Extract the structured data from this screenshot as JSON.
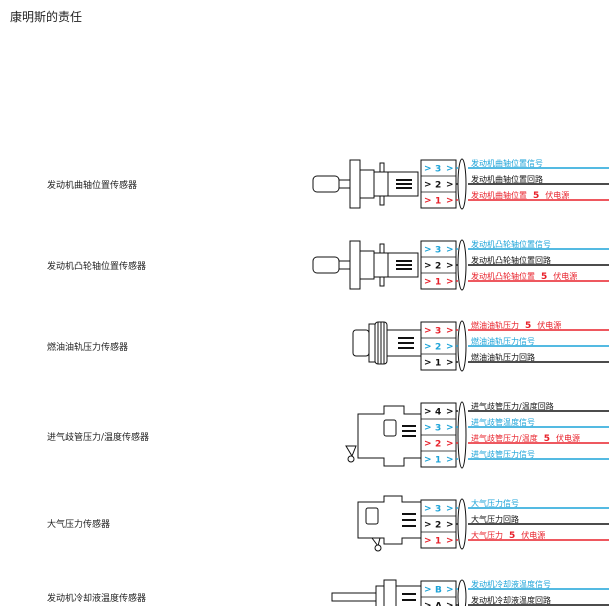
{
  "page": {
    "title": "康明斯的责任"
  },
  "colors": {
    "blue": "#1ca3d8",
    "red": "#e8202a",
    "black": "#111111"
  },
  "sensors": [
    {
      "label": "发动机曲轴位置传感器",
      "wires": [
        {
          "pin": "3",
          "color": "blue",
          "text": "发动机曲轴位置信号"
        },
        {
          "pin": "2",
          "color": "black",
          "text": "发动机曲轴位置回路"
        },
        {
          "pin": "1",
          "color": "red",
          "text": "发动机曲轴位置",
          "highlight": "5",
          "suffix": "伏电源"
        }
      ]
    },
    {
      "label": "发动机凸轮轴位置传感器",
      "wires": [
        {
          "pin": "3",
          "color": "blue",
          "text": "发动机凸轮轴位置信号"
        },
        {
          "pin": "2",
          "color": "black",
          "text": "发动机凸轮轴位置回路"
        },
        {
          "pin": "1",
          "color": "red",
          "text": "发动机凸轮轴位置",
          "highlight": "5",
          "suffix": "伏电源"
        }
      ]
    },
    {
      "label": "燃油油轨压力传感器",
      "wires": [
        {
          "pin": "3",
          "color": "red",
          "text": "燃油油轨压力",
          "highlight": "5",
          "suffix": "伏电源"
        },
        {
          "pin": "2",
          "color": "blue",
          "text": "燃油油轨压力信号"
        },
        {
          "pin": "1",
          "color": "black",
          "text": "燃油油轨压力回路"
        }
      ]
    },
    {
      "label": "进气歧管压力/温度传感器",
      "wires": [
        {
          "pin": "4",
          "color": "black",
          "text": "进气歧管压力/温度回路"
        },
        {
          "pin": "3",
          "color": "blue",
          "text": "进气歧管温度信号"
        },
        {
          "pin": "2",
          "color": "red",
          "text": "进气歧管压力/温度",
          "highlight": "5",
          "suffix": "伏电源"
        },
        {
          "pin": "1",
          "color": "blue",
          "text": "进气歧管压力信号"
        }
      ]
    },
    {
      "label": "大气压力传感器",
      "wires": [
        {
          "pin": "3",
          "color": "blue",
          "text": "大气压力信号"
        },
        {
          "pin": "2",
          "color": "black",
          "text": "大气压力回路"
        },
        {
          "pin": "1",
          "color": "red",
          "text": "大气压力",
          "highlight": "5",
          "suffix": "伏电源"
        }
      ]
    },
    {
      "label": "发动机冷却液温度传感器",
      "wires": [
        {
          "pin": "B",
          "color": "blue",
          "text": "发动机冷却液温度信号"
        },
        {
          "pin": "A",
          "color": "black",
          "text": "发动机冷却液温度回路"
        }
      ]
    }
  ]
}
